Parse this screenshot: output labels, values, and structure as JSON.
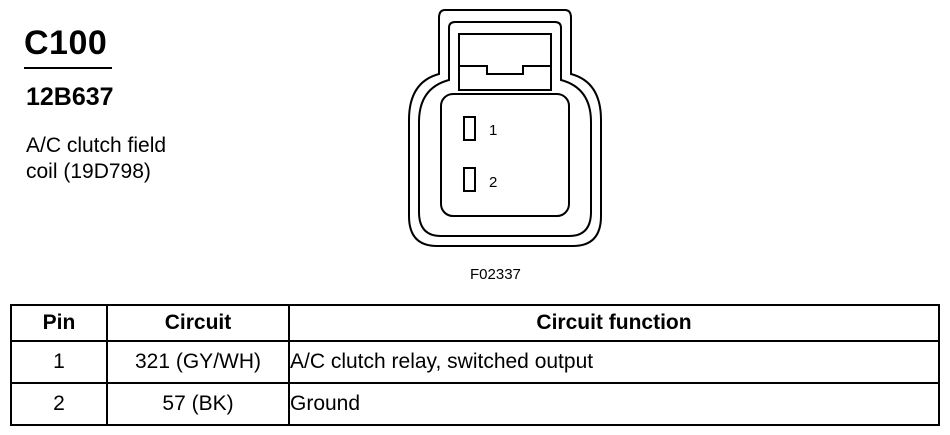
{
  "connector": {
    "id": "C100",
    "part_number": "12B637",
    "description_line1": "A/C clutch field",
    "description_line2": "coil (19D798)"
  },
  "drawing": {
    "pin_labels": [
      "1",
      "2"
    ],
    "figure_code": "F02337"
  },
  "table": {
    "headers": [
      "Pin",
      "Circuit",
      "Circuit function"
    ],
    "rows": [
      {
        "pin": "1",
        "circuit": "321 (GY/WH)",
        "function": "A/C clutch relay, switched output"
      },
      {
        "pin": "2",
        "circuit": "57 (BK)",
        "function": "Ground"
      }
    ]
  }
}
